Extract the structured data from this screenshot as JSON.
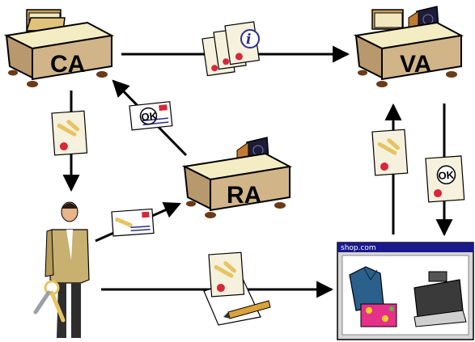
{
  "nodes": {
    "ca": {
      "label": "CA"
    },
    "va": {
      "label": "VA"
    },
    "ra": {
      "label": "RA"
    }
  },
  "shop_window": {
    "title": "shop.com"
  },
  "stamps": {
    "ok": "OK",
    "info": "i"
  },
  "icons": {
    "desk": "desk-icon",
    "folder": "folder-icon",
    "certificate": "certificate-scroll-icon",
    "email_card": "key-email-card-icon",
    "person": "business-person-icon",
    "keys": "keys-icon",
    "pencil": "pencil-icon",
    "shirt": "shirt-icon",
    "cash_register": "cash-register-icon",
    "book": "book-icon"
  },
  "colors": {
    "desk_top": "#f4edc3",
    "desk_body": "#d1b488",
    "desk_feet": "#6b3a16",
    "arrow": "#000000",
    "scroll": "#f5f1dd",
    "key": "#e6c463",
    "seal": "#d8263a",
    "shop_titlebar": "#1a1a8c"
  }
}
